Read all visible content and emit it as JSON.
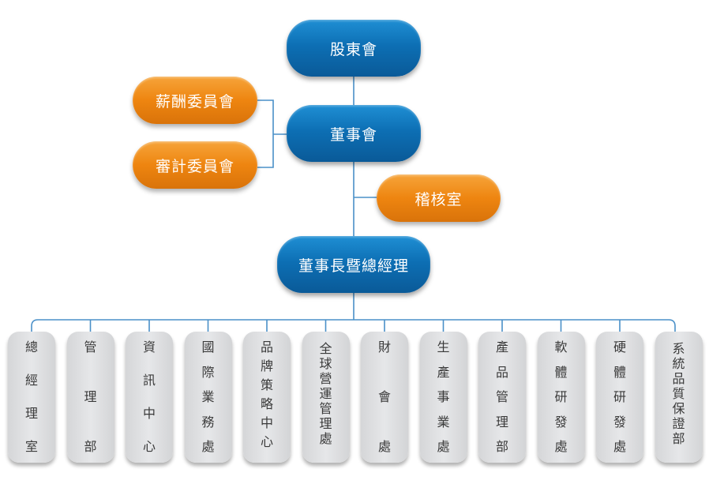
{
  "nodes": {
    "shareholders": "股東會",
    "board": "董事會",
    "compensation_committee": "薪酬委員會",
    "audit_committee": "審計委員會",
    "internal_audit": "稽核室",
    "chairman_ceo": "董事長暨總經理"
  },
  "departments": [
    {
      "key": "gm-office",
      "chars": [
        "總",
        "經",
        "理",
        "室"
      ]
    },
    {
      "key": "admin",
      "chars": [
        "管",
        "理",
        "部"
      ]
    },
    {
      "key": "it-center",
      "chars": [
        "資",
        "訊",
        "中",
        "心"
      ]
    },
    {
      "key": "intl-business",
      "chars": [
        "國",
        "際",
        "業",
        "務",
        "處"
      ]
    },
    {
      "key": "brand-strategy",
      "chars": [
        "品",
        "牌",
        "策",
        "略",
        "中",
        "心"
      ]
    },
    {
      "key": "global-ops",
      "chars": [
        "全",
        "球",
        "營",
        "運",
        "管",
        "理",
        "處"
      ]
    },
    {
      "key": "finance",
      "chars": [
        "財",
        "會",
        "處"
      ]
    },
    {
      "key": "production",
      "chars": [
        "生",
        "產",
        "事",
        "業",
        "處"
      ]
    },
    {
      "key": "product-mgmt",
      "chars": [
        "產",
        "品",
        "管",
        "理",
        "部"
      ]
    },
    {
      "key": "software-rd",
      "chars": [
        "軟",
        "體",
        "研",
        "發",
        "處"
      ]
    },
    {
      "key": "hardware-rd",
      "chars": [
        "硬",
        "體",
        "研",
        "發",
        "處"
      ]
    },
    {
      "key": "qa",
      "chars": [
        "系",
        "統",
        "品",
        "質",
        "保",
        "證",
        "部"
      ]
    }
  ],
  "colors": {
    "primary": "#0d6fb4",
    "secondary": "#ee8510",
    "department": "#dfe0e2",
    "connector": "#4a90c8"
  }
}
